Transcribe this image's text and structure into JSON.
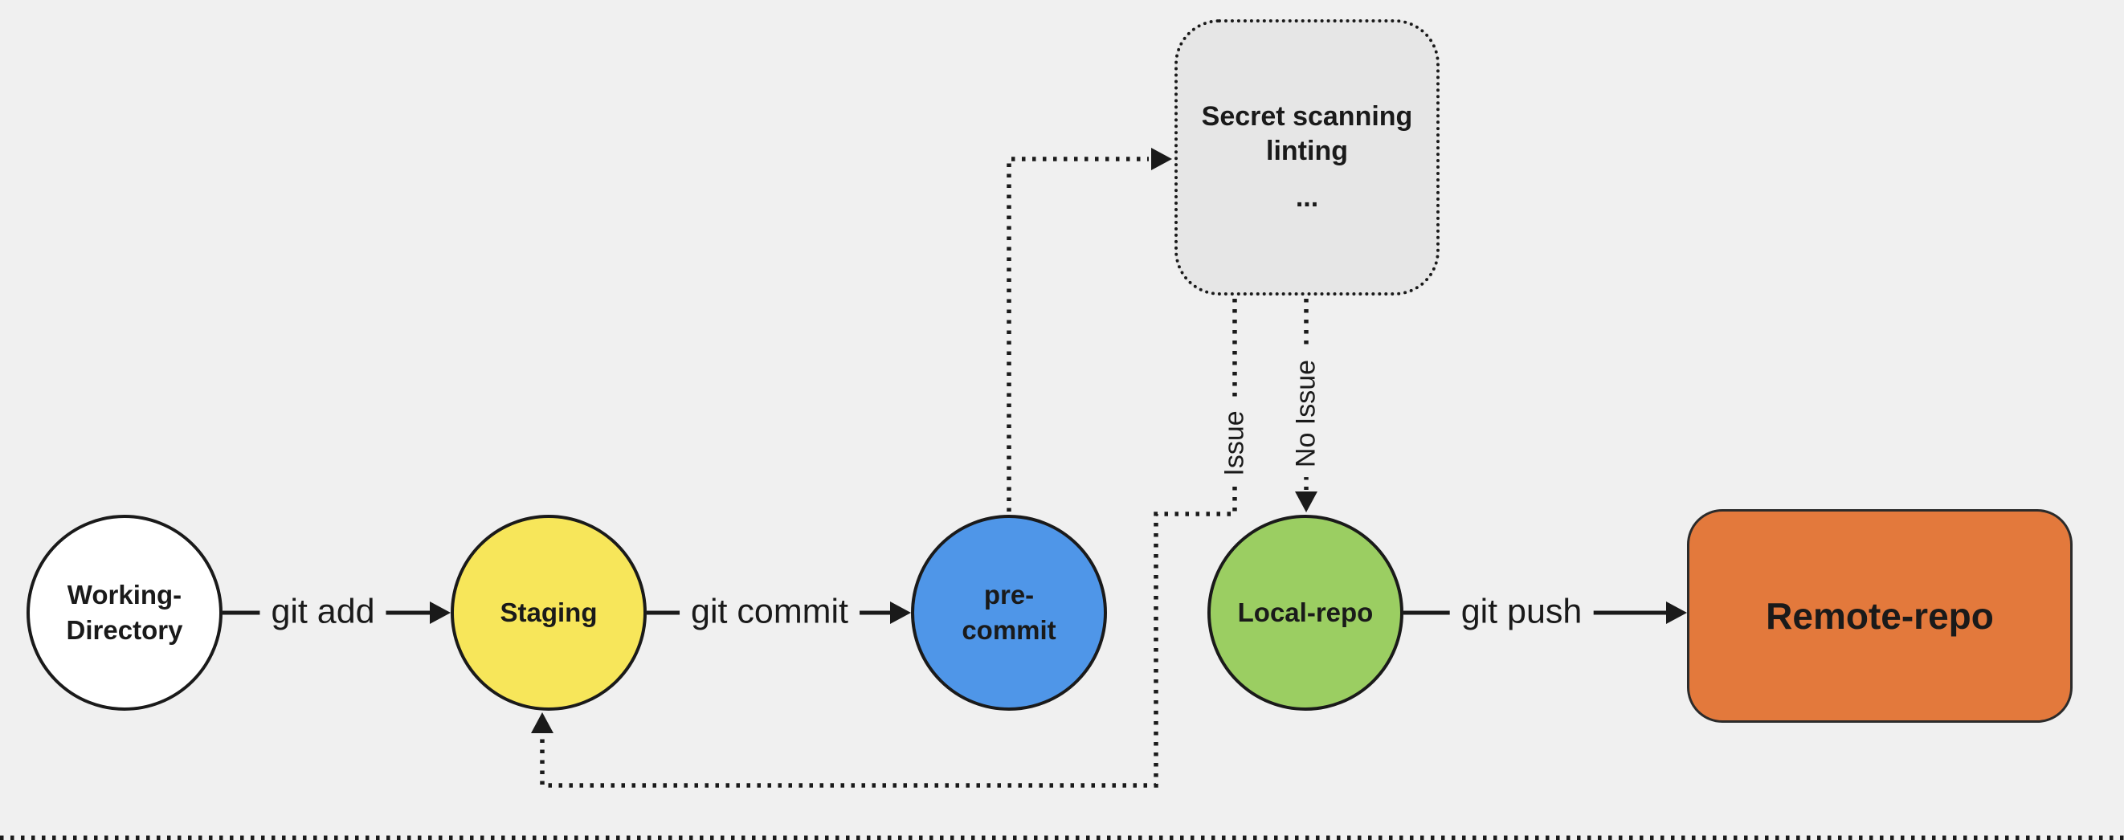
{
  "nodes": {
    "working_directory": {
      "line1": "Working-",
      "line2": "Directory",
      "fill": "#ffffff"
    },
    "staging": {
      "label": "Staging",
      "fill": "#f7e65a"
    },
    "pre_commit": {
      "line1": "pre-",
      "line2": "commit",
      "fill": "#4f96e8"
    },
    "local_repo": {
      "label": "Local-repo",
      "fill": "#9bce62"
    },
    "remote_repo": {
      "label": "Remote-repo",
      "fill": "#e3793c"
    },
    "checks": {
      "line1": "Secret scanning",
      "line2": "linting",
      "line3": "...",
      "fill": "#e6e6e6"
    }
  },
  "edge_labels": {
    "git_add": "git add",
    "git_commit": "git commit",
    "git_push": "git push",
    "issue": "Issue",
    "no_issue": "No Issue"
  },
  "colors": {
    "background": "#f0f0f0",
    "line": "#1a1a1a",
    "text": "#1a1a1a",
    "node_border": "#1a1a1a"
  }
}
